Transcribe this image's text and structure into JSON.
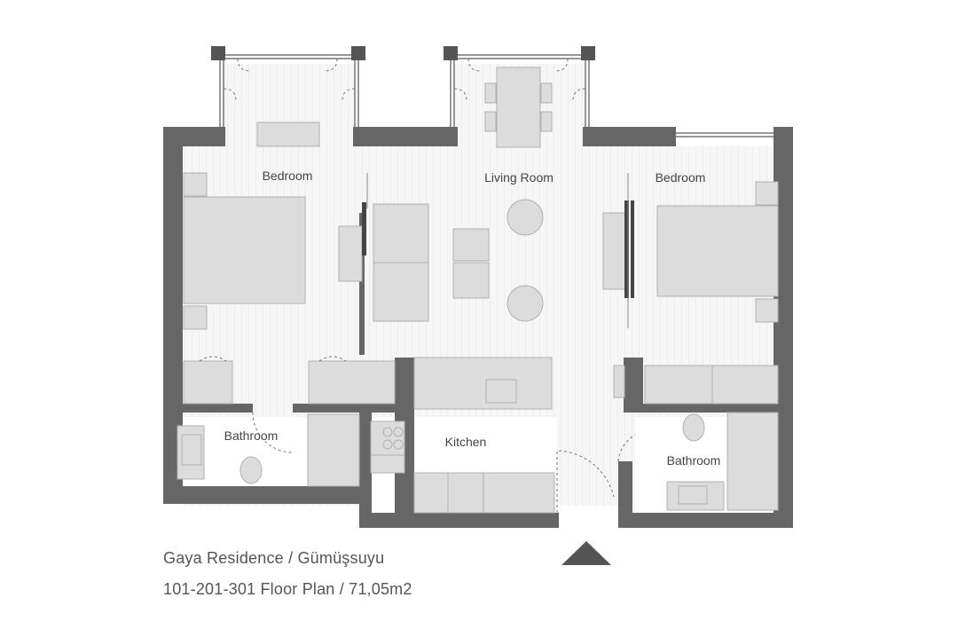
{
  "rooms": {
    "bedroom_left": "Bedroom",
    "living_room": "Living Room",
    "bedroom_right": "Bedroom",
    "bathroom_left": "Bathroom",
    "kitchen": "Kitchen",
    "bathroom_right": "Bathroom"
  },
  "caption": {
    "project": "Gaya Residence / Gümüşsuyu",
    "plan": "101-201-301 Floor Plan / 71,05m2"
  },
  "colors": {
    "wall": "#666666",
    "floor": "#f4f4f4",
    "furniture": "#dcdcdc",
    "furniture_outline": "#b0b0b0",
    "text": "#444444"
  },
  "icons": {
    "entrance_marker": "triangle-up-icon"
  }
}
